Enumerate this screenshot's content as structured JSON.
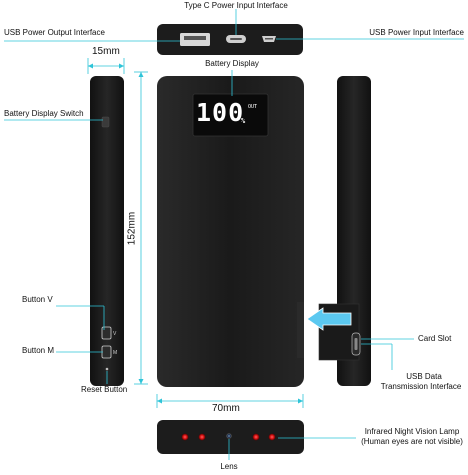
{
  "labels": {
    "type_c_input": "Type C Power Input Interface",
    "usb_output": "USB Power Output Interface",
    "usb_input": "USB Power Input Interface",
    "battery_display": "Battery Display",
    "battery_display_switch": "Battery Display Switch",
    "button_v": "Button V",
    "button_m": "Button M",
    "reset_button": "Reset Button",
    "card_slot": "Card Slot",
    "usb_data_line1": "USB Data",
    "usb_data_line2": "Transmission Interface",
    "ir_line1": "Infrared Night Vision Lamp",
    "ir_line2": "(Human eyes are not visible)",
    "lens": "Lens"
  },
  "dimensions": {
    "depth": "15mm",
    "height": "152mm",
    "width": "70mm"
  },
  "display": {
    "percent": "100",
    "percent_sign": "%",
    "out_label": "OUT"
  },
  "button_marks": {
    "v_mark": "V",
    "m_mark": "M"
  },
  "colors": {
    "device_body": "#1c1c1c",
    "callout_line": "#2ec4d8",
    "ir_led": "#e02020",
    "card_arrow": "#5bc8f0"
  }
}
